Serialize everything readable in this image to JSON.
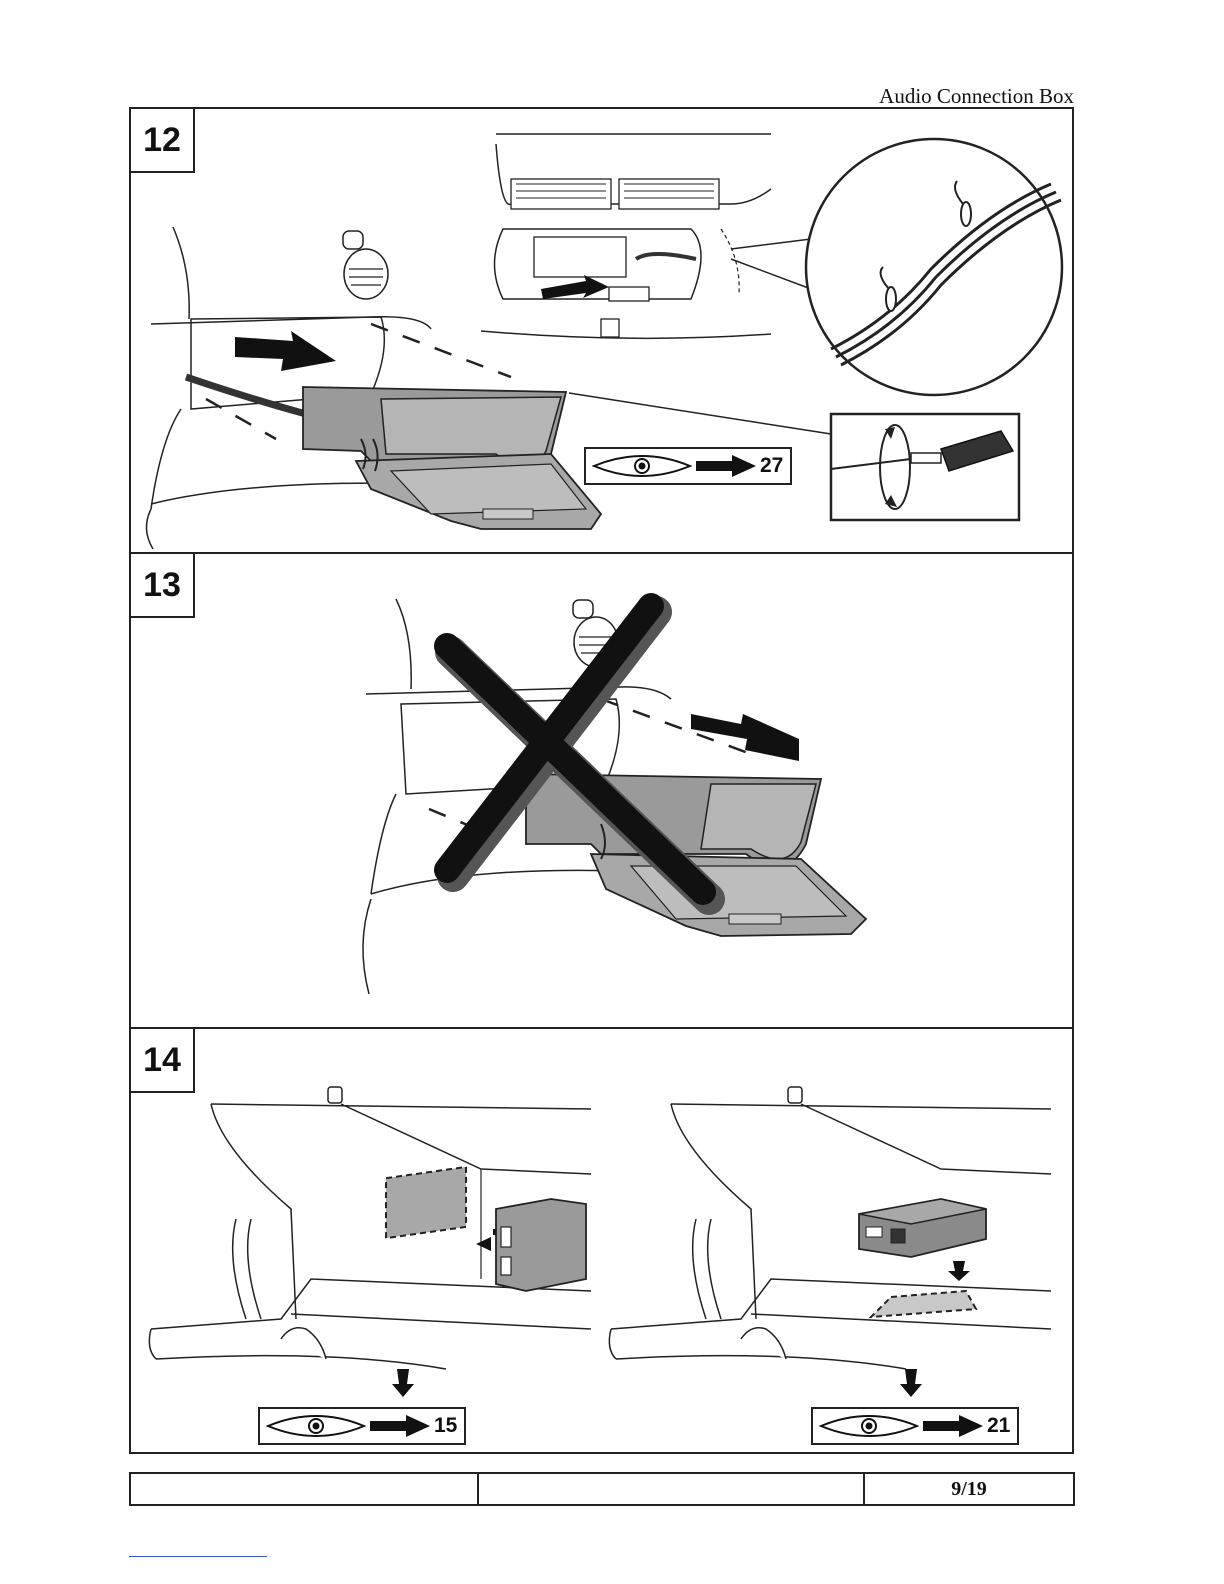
{
  "header": {
    "title": "Audio Connection Box"
  },
  "steps": [
    {
      "number": "12",
      "reference": "27"
    },
    {
      "number": "13"
    },
    {
      "number": "14",
      "references": [
        "15",
        "21"
      ]
    }
  ],
  "footer": {
    "cell1": "",
    "cell2": "",
    "page": "9/19"
  },
  "icons": [
    "eye-icon",
    "arrow-right-icon",
    "screwdriver-icon",
    "cable-tie-icon",
    "cross-icon"
  ]
}
